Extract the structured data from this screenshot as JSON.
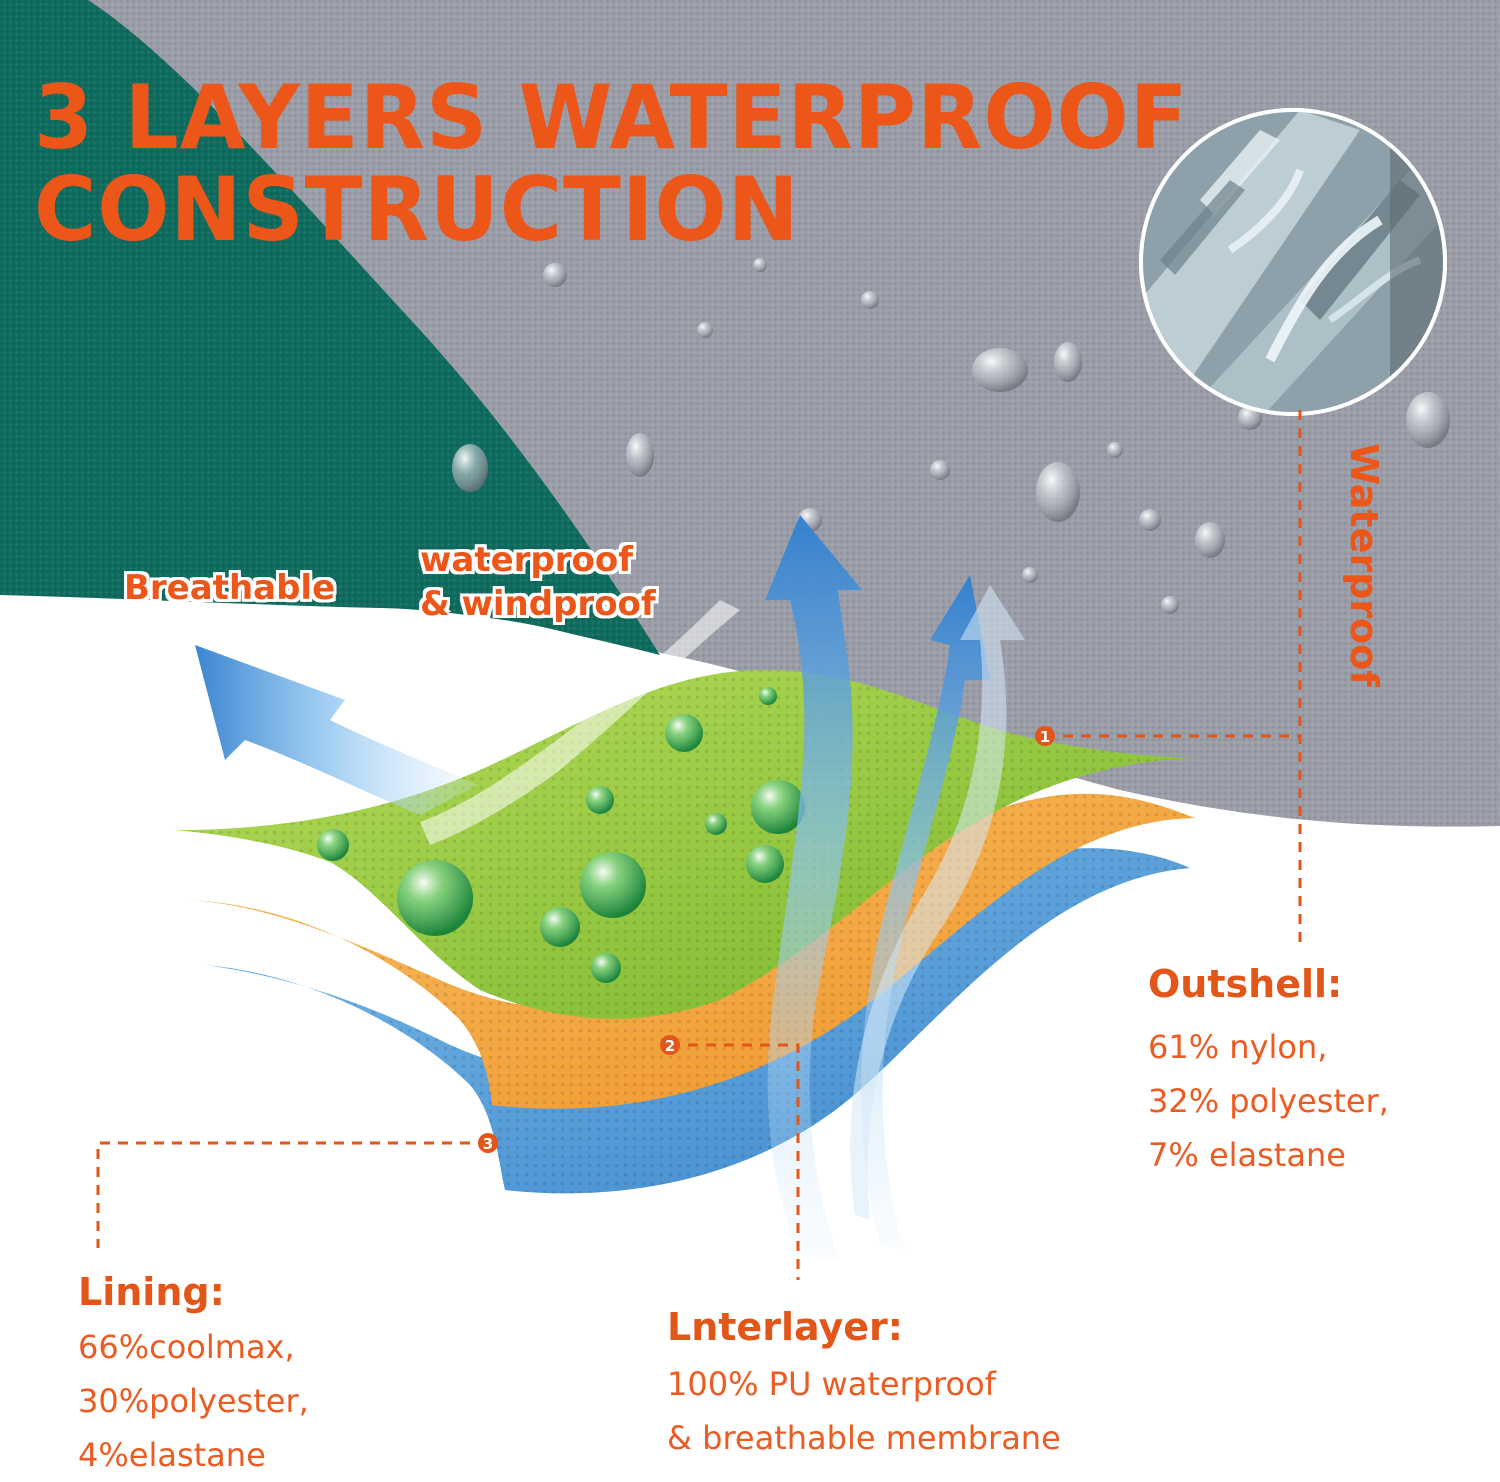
{
  "title": {
    "line1": "3 LAYERS WATERPROOF",
    "line2": "CONSTRUCTION"
  },
  "labels": {
    "breathable": "Breathable",
    "waterproof_windproof_line1": "waterproof",
    "waterproof_windproof_line2": "& windproof",
    "waterproof_vertical": "Waterproof"
  },
  "markers": [
    "1",
    "2",
    "3"
  ],
  "outshell": {
    "heading": "Outshell:",
    "lines": [
      "61% nylon,",
      "32% polyester,",
      "7% elastane"
    ]
  },
  "interlayer": {
    "heading": "Lnterlayer:",
    "lines": [
      "100% PU waterproof",
      "& breathable membrane"
    ]
  },
  "lining": {
    "heading": "Lining:",
    "lines": [
      "66%coolmax,",
      "30%polyester,",
      "4%elastane"
    ]
  },
  "colors": {
    "accent": "#ec5618",
    "teal_fabric": "#0f6b5e",
    "grey_fabric": "#9b9ea8",
    "green_layer": "#8cc63e",
    "orange_layer": "#f5a43b",
    "blue_layer": "#4a9ad6",
    "arrow_blue": "#3f8fd6"
  }
}
